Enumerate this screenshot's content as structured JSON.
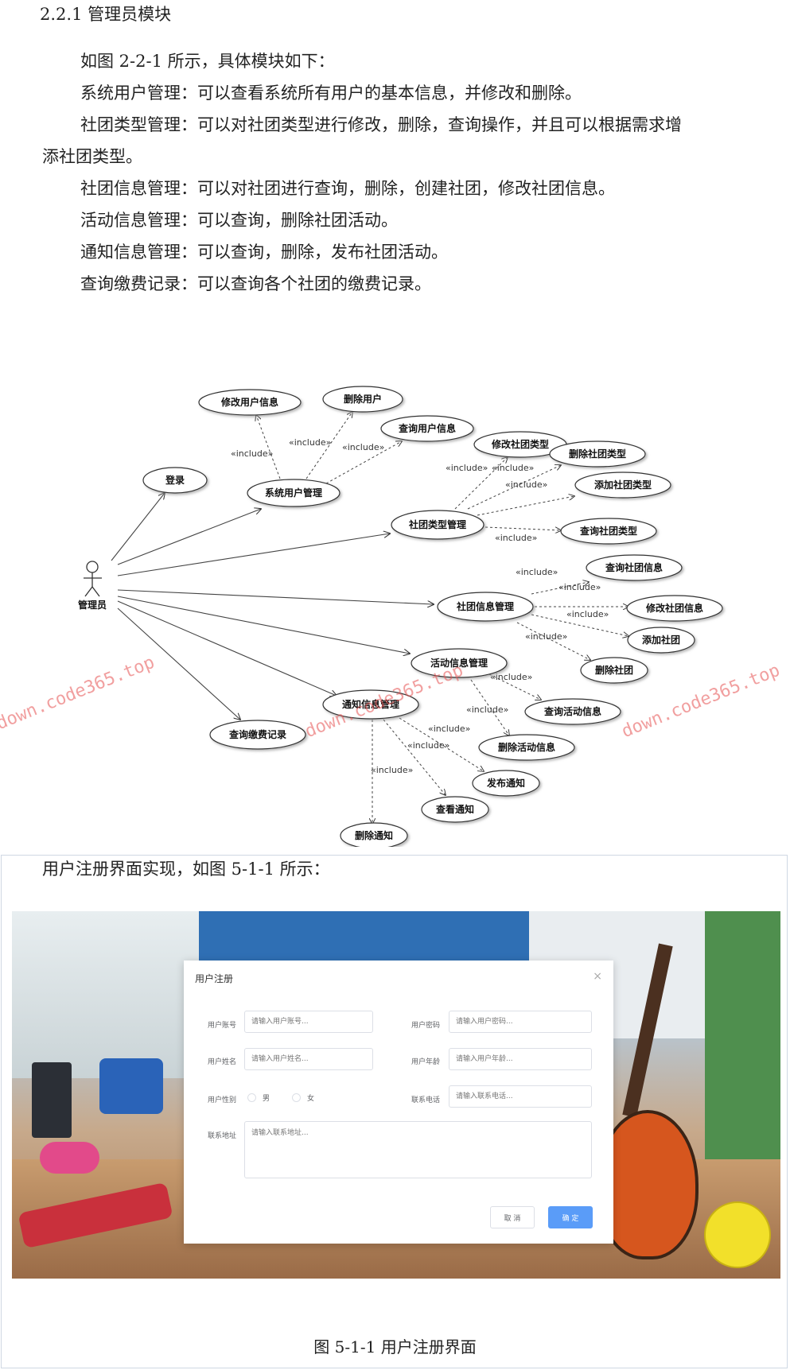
{
  "heading": "2.2.1 管理员模块",
  "paragraphs": [
    "如图 2-2-1 所示，具体模块如下：",
    "系统用户管理：可以查看系统所有用户的基本信息，并修改和删除。",
    "社团类型管理：可以对社团类型进行修改，删除，查询操作，并且可以根据需求增",
    "添社团类型。",
    "社团信息管理：可以对社团进行查询，删除，创建社团，修改社团信息。",
    "活动信息管理：可以查询，删除社团活动。",
    "通知信息管理：可以查询，删除，发布社团活动。",
    "查询缴费记录：可以查询各个社团的缴费记录。"
  ],
  "diagram": {
    "actor": "管理员",
    "include": "«include»",
    "usecases": {
      "login": "登录",
      "sys_user": "系统用户管理",
      "edit_user": "修改用户信息",
      "del_user": "删除用户",
      "query_user": "查询用户信息",
      "club_type": "社团类型管理",
      "edit_type": "修改社团类型",
      "del_type": "删除社团类型",
      "add_type": "添加社团类型",
      "query_type": "查询社团类型",
      "club_info": "社团信息管理",
      "query_club": "查询社团信息",
      "edit_club": "修改社团信息",
      "add_club": "添加社团",
      "del_club": "删除社团",
      "activity": "活动信息管理",
      "query_act": "查询活动信息",
      "del_act": "删除活动信息",
      "notice": "通知信息管理",
      "publish": "发布通知",
      "view_notice": "查看通知",
      "del_notice": "删除通知",
      "payment": "查询缴费记录"
    }
  },
  "watermark": "down.code365.top",
  "section_line": "用户注册界面实现，如图 5-1-1 所示：",
  "dialog": {
    "title": "用户注册",
    "close": "×",
    "account_label": "用户账号",
    "account_placeholder": "请输入用户账号...",
    "password_label": "用户密码",
    "password_placeholder": "请输入用户密码...",
    "name_label": "用户姓名",
    "name_placeholder": "请输入用户姓名...",
    "age_label": "用户年龄",
    "age_placeholder": "请输入用户年龄...",
    "gender_label": "用户性别",
    "gender_male": "男",
    "gender_female": "女",
    "phone_label": "联系电话",
    "phone_placeholder": "请输入联系电话...",
    "address_label": "联系地址",
    "address_placeholder": "请输入联系地址...",
    "cancel": "取 消",
    "confirm": "确 定"
  },
  "caption": "图 5-1-1 用户注册界面"
}
